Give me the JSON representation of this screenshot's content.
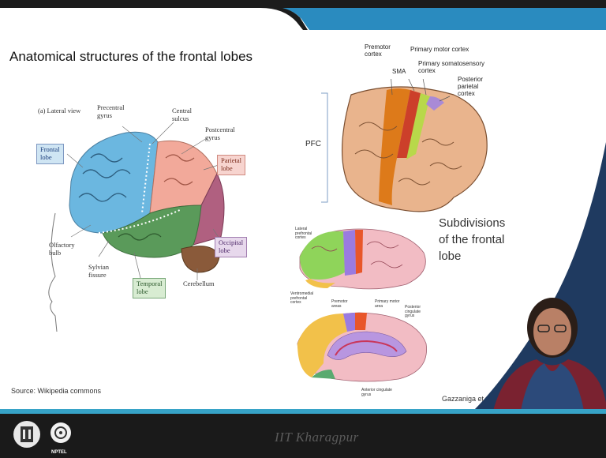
{
  "slide": {
    "title": "Anatomical structures of the frontal lobes",
    "source": "Source: Wikipedia commons",
    "credit": "Gazzaniga et",
    "subdivisions_line1": "Subdivisions",
    "subdivisions_line2": "of the frontal",
    "subdivisions_line3": "lobe"
  },
  "lateral_view": {
    "caption": "(a) Lateral view",
    "precentral": [
      "Precentral",
      "gyrus"
    ],
    "central": [
      "Central",
      "sulcus"
    ],
    "postcentral": [
      "Postcentral",
      "gyrus"
    ],
    "frontal": [
      "Frontal",
      "lobe"
    ],
    "parietal": [
      "Parietal",
      "lobe"
    ],
    "olfactory": [
      "Olfactory",
      "bulb"
    ],
    "sylvian": [
      "Sylvian",
      "fissure"
    ],
    "temporal": [
      "Temporal",
      "lobe"
    ],
    "cerebellum": "Cerebellum",
    "occipital": [
      "Occipital",
      "lobe"
    ]
  },
  "pfc_figure": {
    "premotor": [
      "Premotor",
      "cortex"
    ],
    "sma": "SMA",
    "primary_motor": "Primary motor cortex",
    "primary_somato": [
      "Primary somatosensory",
      "cortex"
    ],
    "posterior_parietal": [
      "Posterior",
      "parietal",
      "cortex"
    ],
    "pfc": "PFC"
  },
  "lower_figures": {
    "lateral_pfc": [
      "Lateral",
      "prefrontal",
      "cortex"
    ],
    "ventromedial": [
      "Ventromedial",
      "prefrontal",
      "cortex"
    ],
    "premotor_areas": [
      "Premotor",
      "areas"
    ],
    "primary_motor_area": [
      "Primary motor",
      "area"
    ],
    "posterior_cingulate": [
      "Posterior",
      "cingulate",
      "gyrus"
    ],
    "anterior_cingulate": [
      "Anterior cingulate",
      "gyrus"
    ]
  },
  "footer": {
    "institute": "IIT Kharagpur",
    "logo_text": "NPTEL"
  },
  "colors": {
    "header_blue": "#2a8bbf",
    "header_dark": "#1c1c1c",
    "footer_dark": "#1a1a1a",
    "footer_teal": "#37a3c7",
    "frontal_blue": "#6bb7e0",
    "parietal_pink": "#f2a99a",
    "temporal_green": "#5a9a5a",
    "occipital_mauve": "#b06080",
    "premotor_orange": "#dd7a1a",
    "motor_red": "#cc3f2a",
    "somato_green": "#b8d84a",
    "parietal_purple": "#a98ad6",
    "brain_tan": "#e9b48d"
  }
}
